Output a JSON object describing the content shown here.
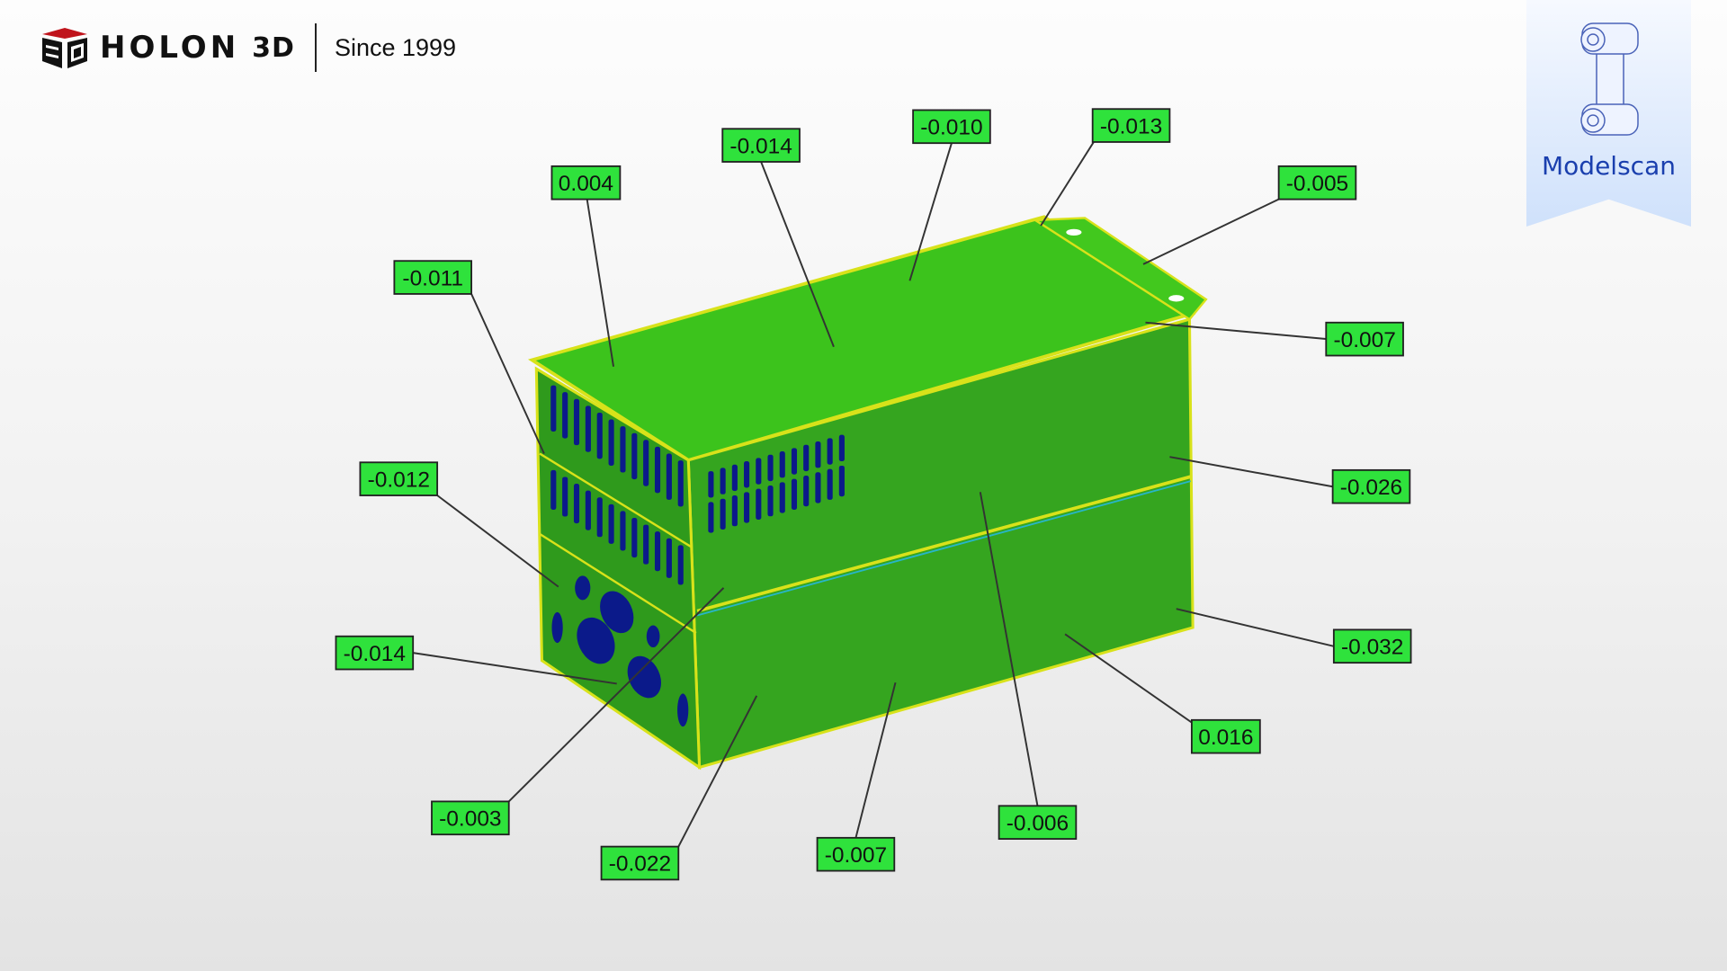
{
  "header": {
    "brand": "HOLON",
    "brand_suffix": "3D",
    "tagline": "Since 1999"
  },
  "badge": {
    "label": "Modelscan"
  },
  "colors": {
    "label_fill": "#2fe23c",
    "surface_top": "#3cc31c",
    "surface_side": "#35a51f",
    "hole": "#0b1a8a",
    "edge": "#d8e21a"
  },
  "labels": [
    "0.004",
    "-0.014",
    "-0.010",
    "-0.013",
    "-0.005",
    "-0.007",
    "-0.026",
    "-0.032",
    "0.016",
    "-0.006",
    "-0.007",
    "-0.022",
    "-0.003",
    "-0.014",
    "-0.012",
    "-0.011"
  ]
}
